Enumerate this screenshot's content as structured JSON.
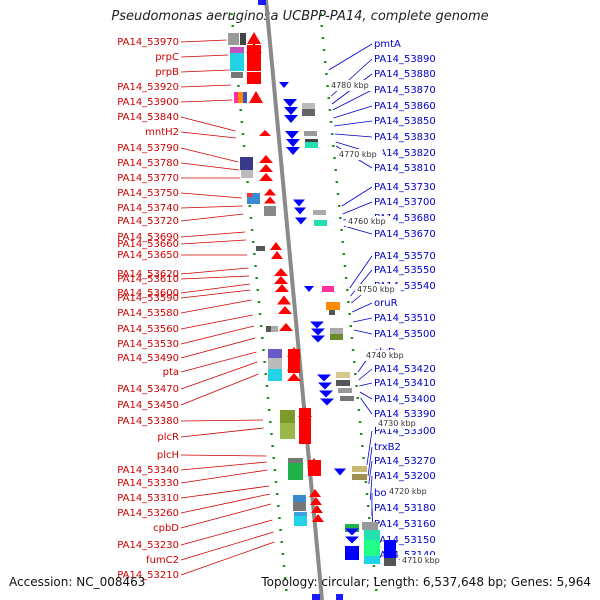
{
  "title": "Pseudomonas aeruginosa UCBPP-PA14, complete genome",
  "accession": "Accession: NC_008463",
  "summary": "Topology: circular; Length: 6,537,648 bp; Genes: 5,964",
  "colors": {
    "left_labels": "#d00000",
    "right_labels": "#0000c8",
    "genome_line": "#8a8a8a",
    "ruler_ticks": "#2a8a2a"
  },
  "scale_markers": [
    "4780 kbp",
    "4770 kbp",
    "4760 kbp",
    "4750 kbp",
    "4740 kbp",
    "4730 kbp",
    "4720 kbp",
    "4710 kbp"
  ],
  "left_genes": [
    "PA14_53970",
    "prpC",
    "prpB",
    "PA14_53920",
    "PA14_53900",
    "PA14_53840",
    "mntH2",
    "PA14_53790",
    "PA14_53780",
    "PA14_53770",
    "PA14_53750",
    "PA14_53740",
    "PA14_53720",
    "PA14_53690",
    "PA14_53660",
    "PA14_53650",
    "PA14_53620",
    "PA14_53610",
    "PA14_53600",
    "PA14_53590",
    "PA14_53580",
    "PA14_53560",
    "PA14_53530",
    "PA14_53490",
    "pta",
    "PA14_53470",
    "PA14_53450",
    "PA14_53380",
    "plcR",
    "plcH",
    "PA14_53340",
    "PA14_53330",
    "PA14_53310",
    "PA14_53260",
    "cpbD",
    "PA14_53230",
    "fumC2",
    "PA14_53210"
  ],
  "right_genes": [
    "pmtA",
    "PA14_53890",
    "PA14_53880",
    "PA14_53870",
    "PA14_53860",
    "PA14_53850",
    "PA14_53830",
    "PA14_53820",
    "PA14_53810",
    "PA14_53730",
    "PA14_53700",
    "PA14_53680",
    "PA14_53670",
    "PA14_53570",
    "PA14_53550",
    "PA14_53540",
    "oruR",
    "PA14_53510",
    "PA14_53500",
    "slyD",
    "PA14_53420",
    "PA14_53410",
    "PA14_53400",
    "PA14_53390",
    "PA14_53300",
    "trxB2",
    "PA14_53270",
    "PA14_53200",
    "bolA",
    "PA14_53180",
    "PA14_53160",
    "PA14_53150",
    "PA14_53140"
  ]
}
